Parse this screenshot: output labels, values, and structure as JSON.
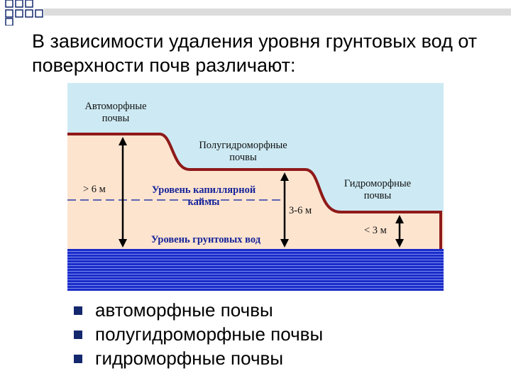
{
  "slide": {
    "title": "В зависимости удаления уровня грунтовых вод от поверхности почв различают:"
  },
  "diagram": {
    "labels": {
      "automorphic": "Автоморфные\nпочвы",
      "semihydromorphic": "Полугидроморфные\nпочвы",
      "hydromorphic": "Гидроморфные\nпочвы",
      "capillary_fringe": "Уровень капиллярной\nкаймы",
      "groundwater": "Уровень грунтовых вод",
      "depth_automorphic": "> 6 м",
      "depth_semihydromorphic": "3-6 м",
      "depth_hydromorphic": "< 3 м"
    },
    "colors": {
      "sky": "#cdeaf4",
      "soil": "#fde4cf",
      "soil_border": "#8f1a1a",
      "water": "#1a2cc8",
      "water_lines": "#7e8ef0",
      "dashed_line": "#2a3aa8",
      "label_blue": "#16249a"
    }
  },
  "bullets": [
    {
      "text": "автоморфные почвы"
    },
    {
      "text": "полугидроморфные почвы"
    },
    {
      "text": "гидроморфные почвы"
    }
  ]
}
